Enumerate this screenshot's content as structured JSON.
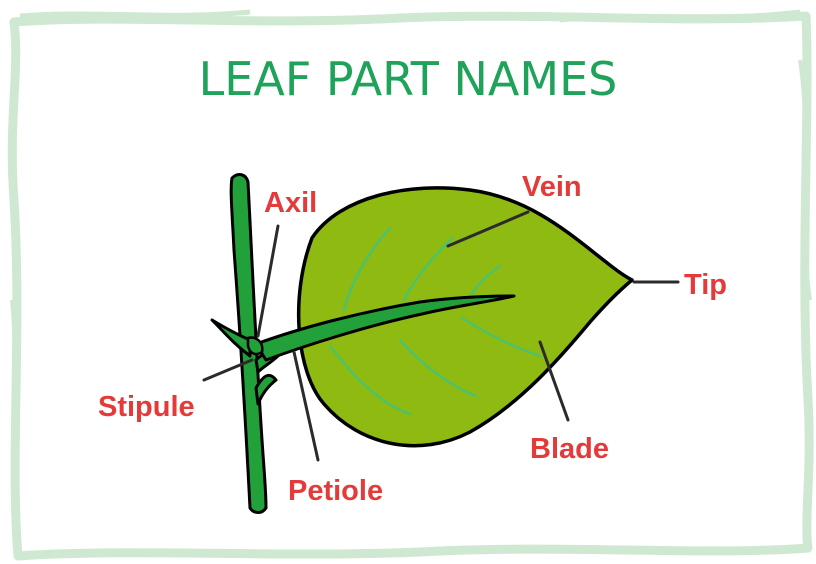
{
  "title": "LEAF PART NAMES",
  "colors": {
    "title": "#1fa25a",
    "label": "#e53a3a",
    "frame": "#cfe8d2",
    "leaf_blade": "#8fba12",
    "leaf_vein": "#4cc26a",
    "stem": "#22a13a",
    "outline": "#000000"
  },
  "labels": {
    "axil": "Axil",
    "vein": "Vein",
    "tip": "Tip",
    "stipule": "Stipule",
    "blade": "Blade",
    "petiole": "Petiole"
  }
}
